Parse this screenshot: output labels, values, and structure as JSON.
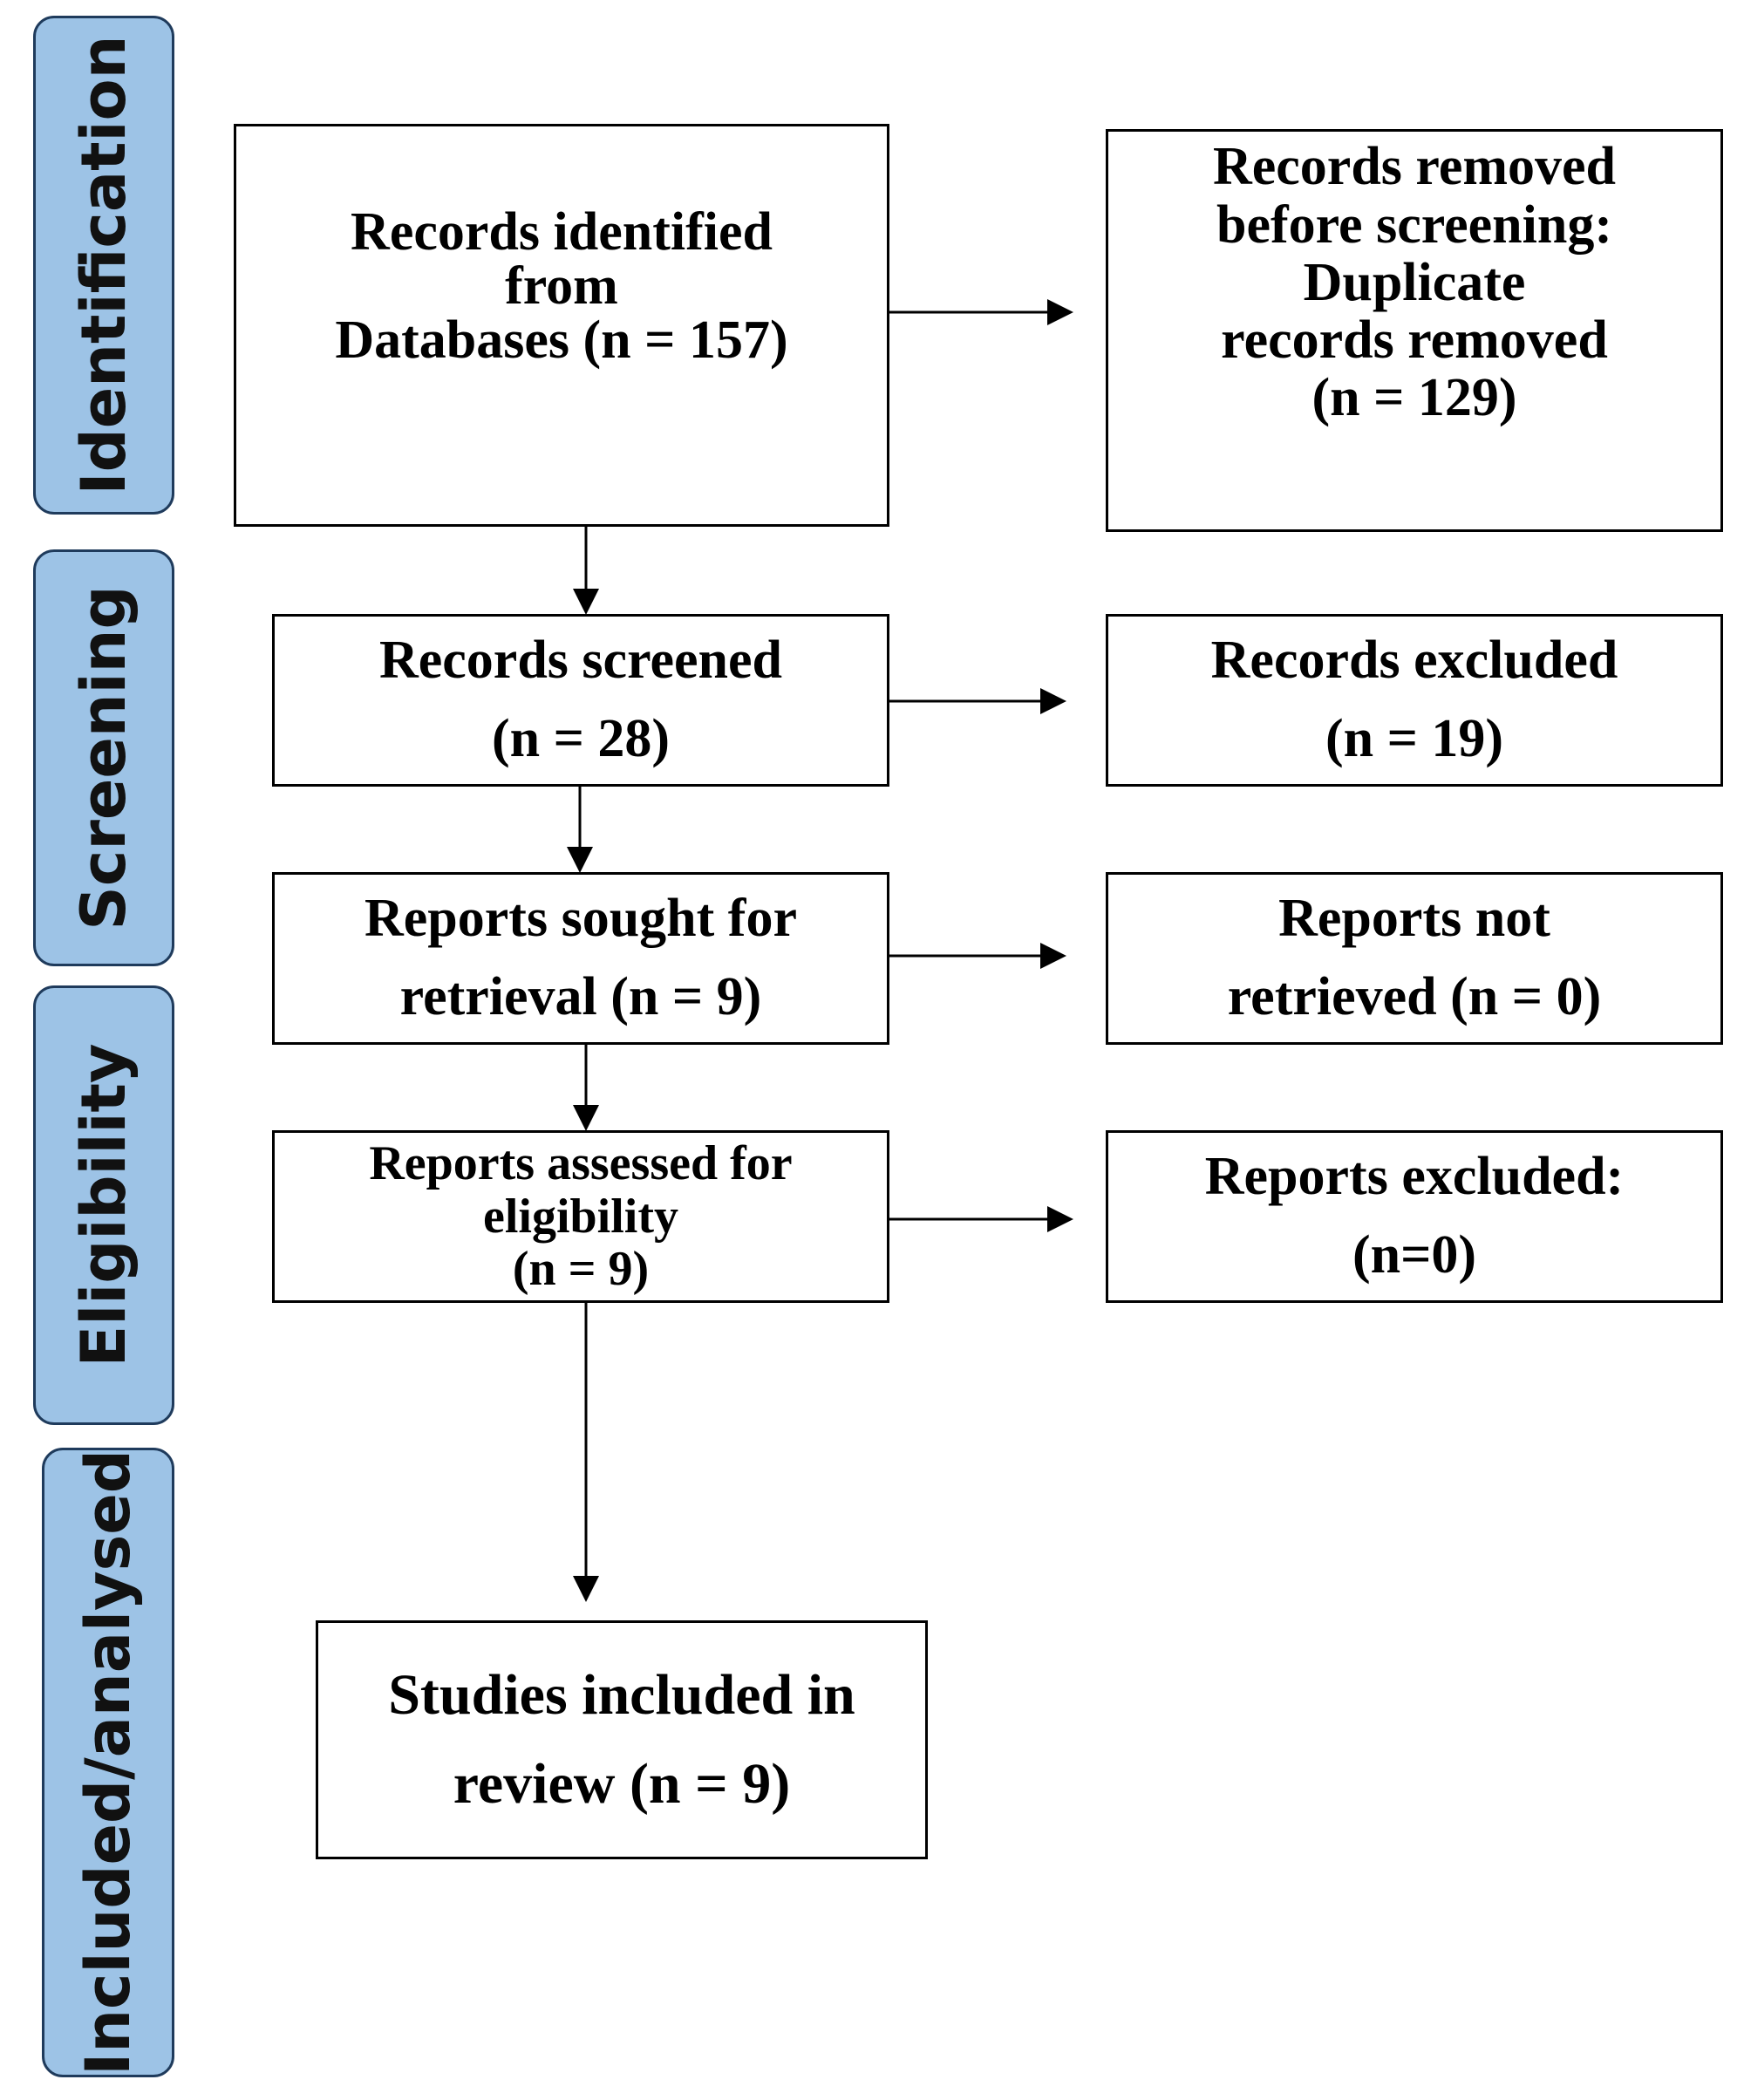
{
  "phases": [
    {
      "id": "identification",
      "label": "Identification"
    },
    {
      "id": "screening",
      "label": "Screening"
    },
    {
      "id": "eligibility",
      "label": "Eligibility"
    },
    {
      "id": "included",
      "label": "Included/analysed"
    }
  ],
  "boxes": {
    "identified": {
      "lines": [
        "Records identified",
        "from",
        "Databases (n = 157)"
      ]
    },
    "removed": {
      "lines": [
        "Records removed",
        "before screening:",
        "Duplicate",
        "records removed",
        "(n = 129)"
      ]
    },
    "screened": {
      "lines": [
        "Records screened",
        "(n = 28)"
      ]
    },
    "excluded": {
      "lines": [
        "Records excluded",
        "(n = 19)"
      ]
    },
    "sought": {
      "lines": [
        "Reports sought for",
        "retrieval (n = 9)"
      ]
    },
    "not_retrieved": {
      "lines": [
        "Reports not",
        "retrieved (n = 0)"
      ]
    },
    "assessed": {
      "lines": [
        "Reports assessed for",
        "eligibility",
        "(n = 9)"
      ]
    },
    "reports_excluded": {
      "lines": [
        "Reports excluded:",
        "(n=0)"
      ]
    },
    "included": {
      "lines": [
        "Studies included in",
        "review (n = 9)"
      ]
    }
  },
  "colors": {
    "phase_fill": "#9dc3e6",
    "phase_border": "#1f3b5c",
    "line": "#000000"
  }
}
